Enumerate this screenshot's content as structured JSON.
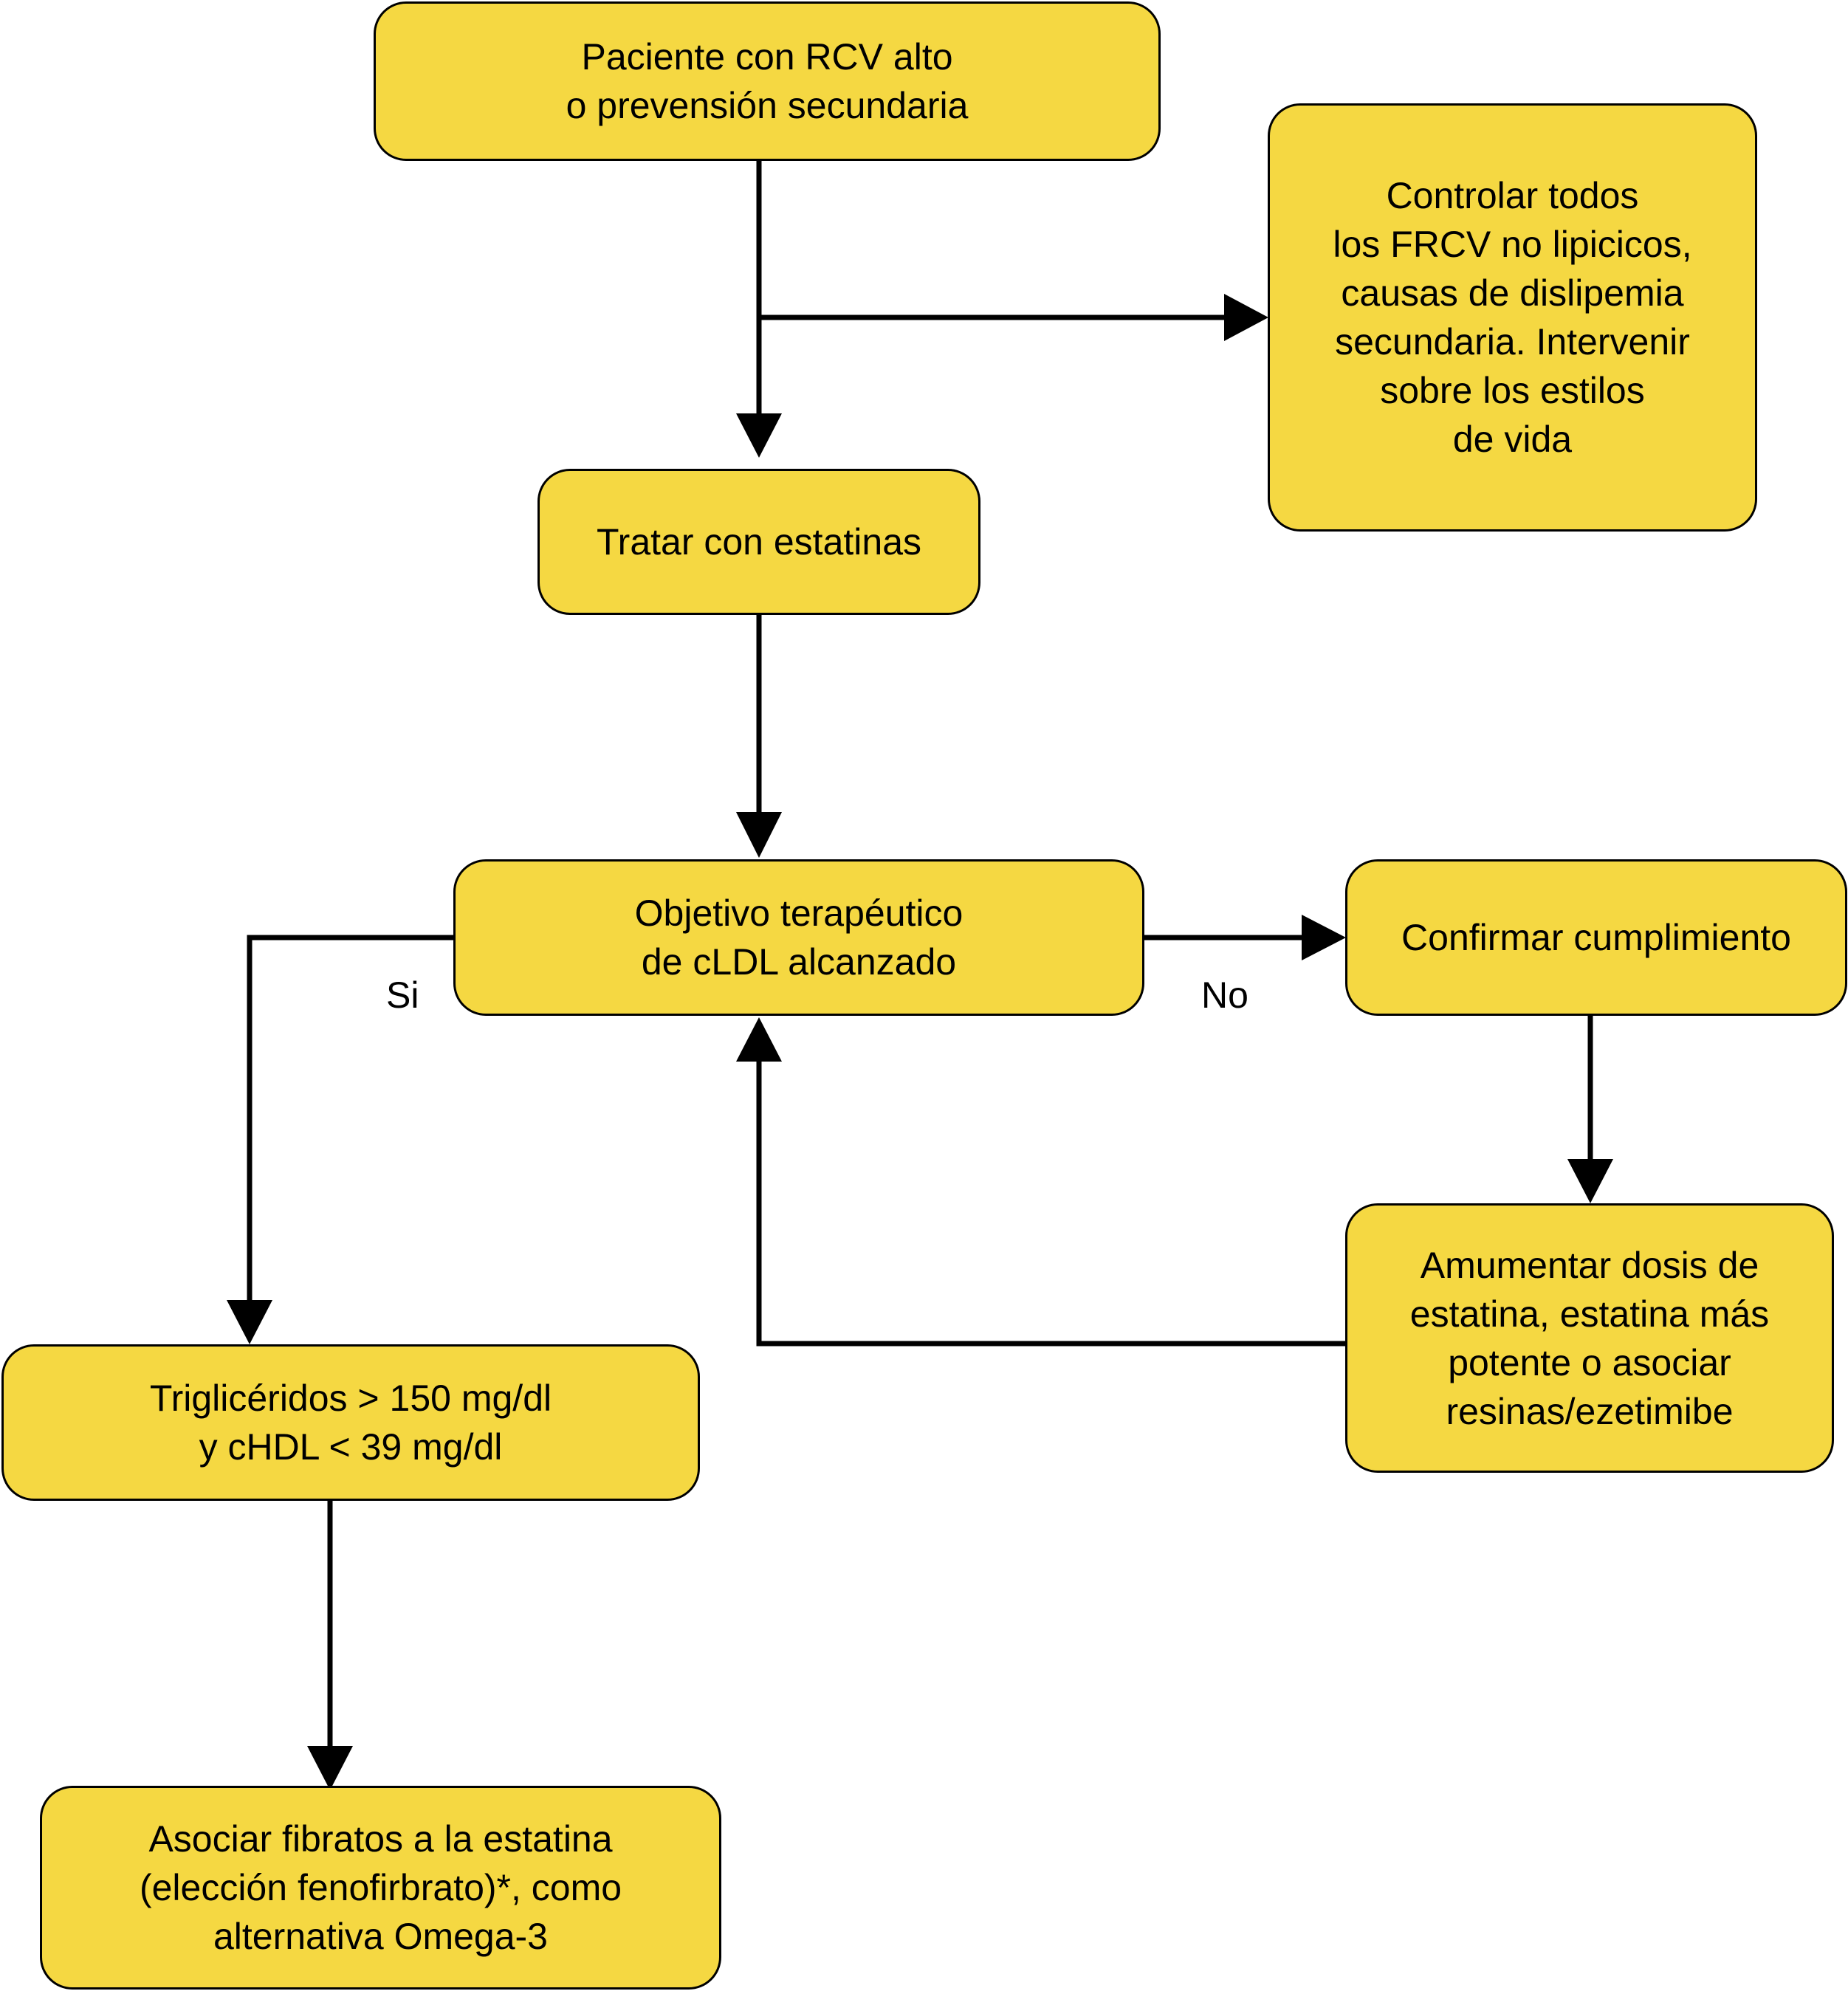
{
  "colors": {
    "box_fill": "#f5d842",
    "line": "#000000",
    "text": "#000000"
  },
  "nodes": {
    "start": "Paciente con RCV alto\no prevensión secundaria",
    "control": "Controlar todos\nlos FRCV no lipicicos,\ncausas de dislipemia\nsecundaria. Intervenir\nsobre los estilos\nde vida",
    "statins": "Tratar con estatinas",
    "goal": "Objetivo terapéutico\nde cLDL alcanzado",
    "confirm": "Confirmar cumplimiento",
    "increase": "Amumentar dosis de\nestatina, estatina más\npotente o asociar\nresinas/ezetimibe",
    "triglycerides": "Triglicéridos > 150 mg/dl\ny cHDL < 39 mg/dl",
    "fibrates": "Asociar fibratos a la estatina\n(elección fenofirbrato)*, como\nalternativa Omega-3"
  },
  "edge_labels": {
    "yes": "Si",
    "no": "No"
  }
}
